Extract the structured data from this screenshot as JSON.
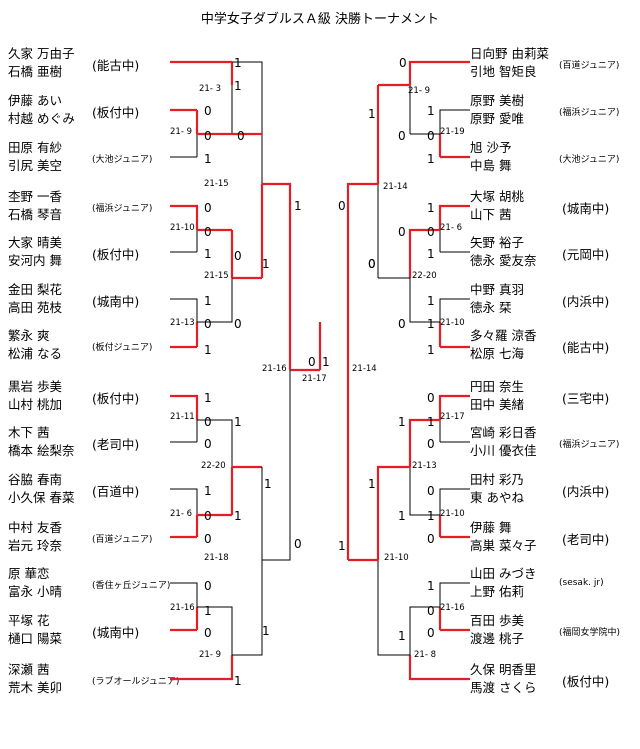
{
  "title": "中学女子ダブルスＡ級 決勝トーナメント",
  "left_entries": [
    {
      "names": [
        "久家 万由子",
        "石橋 亜樹"
      ],
      "club": "(能古中)"
    },
    {
      "names": [
        "伊藤 あい",
        "村越 めぐみ"
      ],
      "club": "(板付中)"
    },
    {
      "names": [
        "田原 有紗",
        "引尻 美空"
      ],
      "club": "(大池ジュニア)"
    },
    {
      "names": [
        "杢野 一香",
        "石橋 琴音"
      ],
      "club": "(福浜ジュニア)"
    },
    {
      "names": [
        "大家 晴美",
        "安河内 舞"
      ],
      "club": "(板付中)"
    },
    {
      "names": [
        "金田 梨花",
        "高田 苑枝"
      ],
      "club": "(城南中)"
    },
    {
      "names": [
        "繁永 爽",
        "松浦 なる"
      ],
      "club": "(板付ジュニア)"
    },
    {
      "names": [
        "黒岩 歩美",
        "山村 桃加"
      ],
      "club": "(板付中)"
    },
    {
      "names": [
        "木下 茜",
        "橋本 絵梨奈"
      ],
      "club": "(老司中)"
    },
    {
      "names": [
        "谷脇 春南",
        "小久保 春菜"
      ],
      "club": "(百道中)"
    },
    {
      "names": [
        "中村 友香",
        "岩元 玲奈"
      ],
      "club": "(百道ジュニア)"
    },
    {
      "names": [
        "原 華恋",
        "富永 小晴"
      ],
      "club": "(香住ヶ丘ジュニア)"
    },
    {
      "names": [
        "平塚 花",
        "樋口 陽菜"
      ],
      "club": "(城南中)"
    },
    {
      "names": [
        "深瀬 茜",
        "荒木 美卯"
      ],
      "club": "(ラブオールジュニア)"
    }
  ],
  "right_entries": [
    {
      "names": [
        "日向野 由莉菜",
        "引地 智矩良"
      ],
      "club": "(百道ジュニア)"
    },
    {
      "names": [
        "原野 美樹",
        "原野 愛唯"
      ],
      "club": "(福浜ジュニア)"
    },
    {
      "names": [
        "旭 沙予",
        "中島 舞"
      ],
      "club": "(大池ジュニア)"
    },
    {
      "names": [
        "大塚 胡桃",
        "山下 茜"
      ],
      "club": "(城南中)"
    },
    {
      "names": [
        "矢野 裕子",
        "徳永 愛友奈"
      ],
      "club": "(元岡中)"
    },
    {
      "names": [
        "中野 真羽",
        "徳永 栞"
      ],
      "club": "(内浜中)"
    },
    {
      "names": [
        "多々羅 涼香",
        "松原 七海"
      ],
      "club": "(能古中)"
    },
    {
      "names": [
        "円田 奈生",
        "田中 美緒"
      ],
      "club": "(三宅中)"
    },
    {
      "names": [
        "宮崎 彩日香",
        "小川 優衣佳"
      ],
      "club": "(福浜ジュニア)"
    },
    {
      "names": [
        "田村 彩乃",
        "東 あやね"
      ],
      "club": "(内浜中)"
    },
    {
      "names": [
        "伊藤 舞",
        "高巣 菜々子"
      ],
      "club": "(老司中)"
    },
    {
      "names": [
        "山田 みづき",
        "上野 佑莉"
      ],
      "club": "(sesak. jr)"
    },
    {
      "names": [
        "百田 歩美",
        "渡邊 桃子"
      ],
      "club": "(福岡女学院中)"
    },
    {
      "names": [
        "久保 明香里",
        "馬渡 さくら"
      ],
      "club": "(板付中)"
    }
  ],
  "scores": [
    "1",
    "1",
    "0",
    "0",
    "1",
    "0",
    "1",
    "1",
    "0",
    "0",
    "1",
    "0",
    "1",
    "0",
    "1",
    "0",
    "0",
    "1",
    "1",
    "0",
    "0",
    "1",
    "1",
    "0",
    "1",
    "0",
    "0",
    "1",
    "0",
    "1",
    "0",
    "1",
    "1",
    "0",
    "1",
    "0",
    "1",
    "0",
    "1",
    "0",
    "1",
    "0",
    "1",
    "0",
    "0",
    "1",
    "1",
    "1",
    "0",
    "0",
    "1",
    "0",
    "1",
    "0",
    "1",
    "1",
    "0",
    "1",
    "0",
    "1",
    "1",
    "0",
    "0",
    "1"
  ],
  "results": [
    "21- 3",
    "21- 9",
    "21-15",
    "21-10",
    "21-15",
    "21-13",
    "21-16",
    "21-11",
    "22-20",
    "21- 6",
    "21-18",
    "21-16",
    "21- 9",
    "21-17",
    "21- 9",
    "21-19",
    "21-14",
    "21- 6",
    "22-20",
    "21-10",
    "21-14",
    "21-17",
    "21-13",
    "21-10",
    "21-10",
    "21-16",
    "21- 8"
  ]
}
